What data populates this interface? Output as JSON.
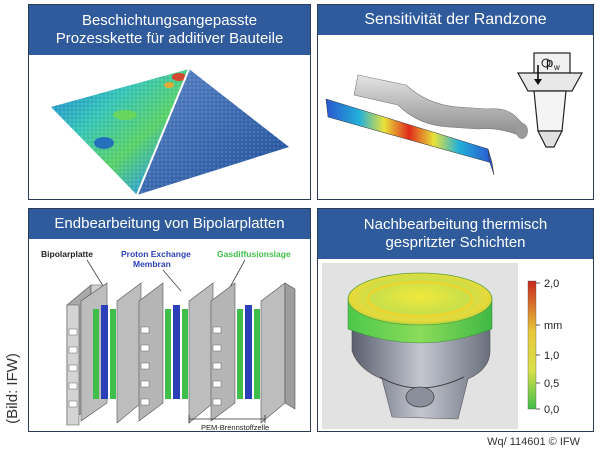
{
  "panels": {
    "top_left": {
      "title": "Beschichtungsangepasste\nProzesskette für additiver Bauteile"
    },
    "top_right": {
      "title": "Sensitivität der Randzone",
      "symbol": "p",
      "symbol_sub": "w"
    },
    "bottom_left": {
      "title": "Endbearbeitung von Bipolarplatten",
      "labels": {
        "bipolar": "Bipolarplatte",
        "pem_line1": "Proton Exchange",
        "pem_line2": "Membran",
        "gas": "Gasdiffusionslage",
        "cell": "PEM-Brennstoffzelle"
      }
    },
    "bottom_right": {
      "title": "Nachbearbeitung thermisch\ngespritzter Schichten",
      "scale": {
        "unit": "mm",
        "ticks": [
          "2,0",
          "1,0",
          "0,5",
          "0,0"
        ]
      }
    }
  },
  "credits": {
    "side": "(Bild: IFW)",
    "footer": "Wq/ 114601 © IFW"
  },
  "colors": {
    "header": "#2f5a9c",
    "border": "#2a3b57",
    "gas_layer": "#3fbf4a",
    "membrane": "#2b3fb7",
    "plate": "#b9b9b9"
  }
}
